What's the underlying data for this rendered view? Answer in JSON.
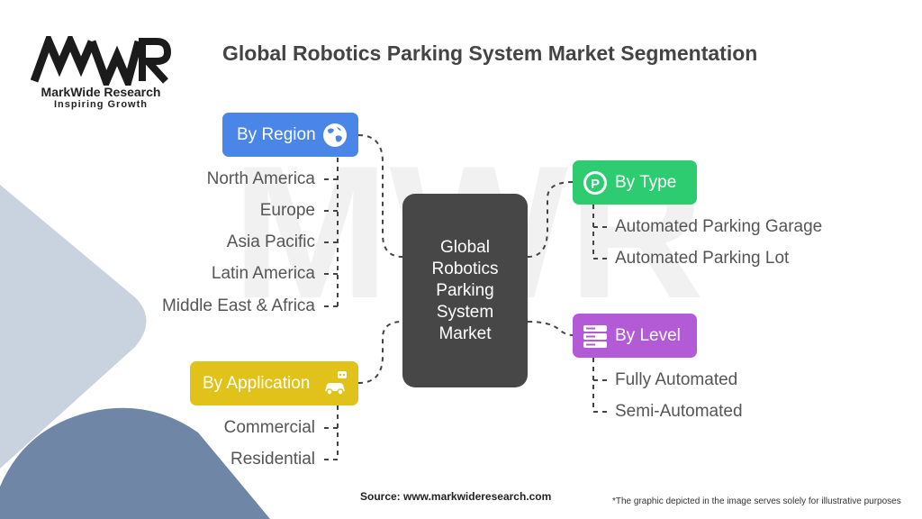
{
  "logo": {
    "mark": "MWR",
    "company": "MarkWide Research",
    "tagline": "Inspiring Growth"
  },
  "title": "Global Robotics Parking System Market Segmentation",
  "center": {
    "label": "Global Robotics Parking System Market"
  },
  "segments": {
    "region": {
      "label": "By Region",
      "icon": "globe-icon",
      "color": "#4a86e8",
      "items": [
        "North America",
        "Europe",
        "Asia Pacific",
        "Latin America",
        "Middle East & Africa"
      ]
    },
    "application": {
      "label": "By Application",
      "icon": "robot-car-icon",
      "color": "#e0c21a",
      "items": [
        "Commercial",
        "Residential"
      ]
    },
    "type": {
      "label": "By Type",
      "icon": "parking-icon",
      "color": "#2ecc71",
      "items": [
        "Automated Parking Garage",
        "Automated Parking Lot"
      ]
    },
    "level": {
      "label": "By Level",
      "icon": "server-icon",
      "color": "#b35bd6",
      "items": [
        "Fully Automated",
        "Semi-Automated"
      ]
    }
  },
  "footer": {
    "source": "Source: www.markwideresearch.com",
    "note": "*The graphic depicted in the image serves solely for illustrative purposes"
  }
}
